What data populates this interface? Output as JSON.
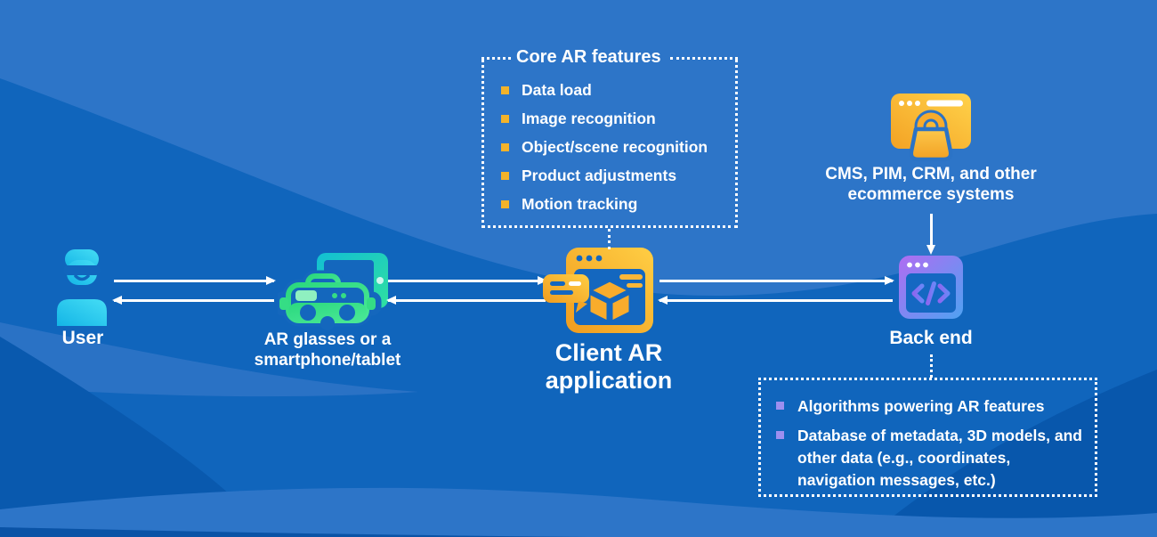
{
  "nodes": {
    "user": {
      "label": "User"
    },
    "device": {
      "label_line1": "AR glasses or a",
      "label_line2": "smartphone/tablet"
    },
    "client": {
      "label_line1": "Client AR",
      "label_line2": "application"
    },
    "backend": {
      "label": "Back end"
    },
    "cms": {
      "label_line1": "CMS, PIM, CRM, and other",
      "label_line2": "ecommerce systems"
    }
  },
  "core_features": {
    "title": "Core AR features",
    "items": [
      "Data load",
      "Image recognition",
      "Object/scene recognition",
      "Product adjustments",
      "Motion tracking"
    ]
  },
  "backend_features": {
    "items": [
      "Algorithms powering AR features",
      "Database of metadata, 3D models, and other data (e.g., coordinates, navigation messages, etc.)"
    ]
  },
  "icons": {
    "user": "person-wearing-ar-glasses-icon",
    "device": "vr-headset-and-tablet-icon",
    "client": "browser-window-with-3d-cube-and-chat-icon",
    "backend": "browser-window-with-code-icon",
    "cms": "browser-window-with-shopping-bag-icon"
  },
  "colors": {
    "background_base": "#1065bc",
    "background_wave_light": "#2d75c8",
    "background_wave_dark": "#0959ae",
    "background_bottom_navy": "#0a53a6",
    "text": "#ffffff",
    "arrow": "#ffffff",
    "user_icon_cyan": "#2bcdf0",
    "device_icon_green": "#38df87",
    "device_icon_teal": "#14c3cd",
    "gold": "#f9ad2d",
    "backend_purple": "#b06cf2",
    "backend_blue": "#4fa2f2",
    "bullet_gold": "#f3b32a",
    "bullet_lavender": "#9d8ff0"
  }
}
